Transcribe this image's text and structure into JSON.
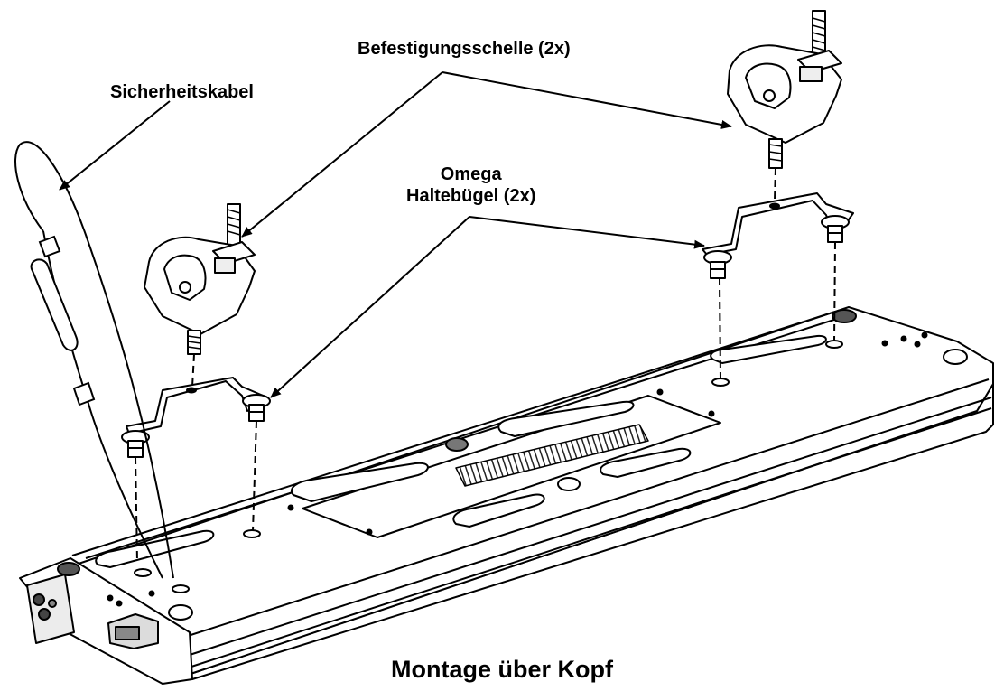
{
  "labels": {
    "safety_cable": "Sicherheitskabel",
    "mounting_clamp": "Befestigungsschelle (2x)",
    "omega_line1": "Omega",
    "omega_line2": "Haltebügel (2x)"
  },
  "caption": "Montage über Kopf",
  "colors": {
    "line": "#000000",
    "fill": "#ffffff",
    "shade": "#d8d8d8",
    "dark": "#333333"
  }
}
